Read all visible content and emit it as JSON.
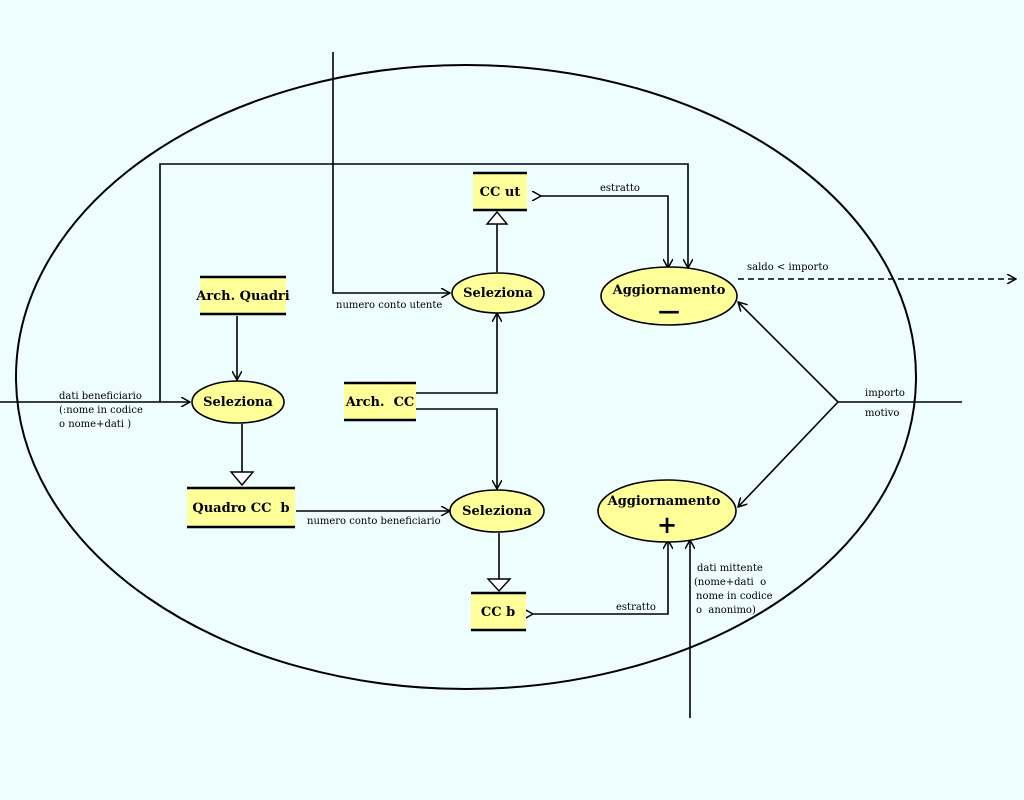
{
  "colors": {
    "background": "#eefefe",
    "node_fill": "#ffff99",
    "line": "#000000"
  },
  "processes": {
    "seleziona_top": "Seleziona",
    "seleziona_left": "Seleziona",
    "seleziona_bottom": "Seleziona",
    "aggiornamento_minus": "Aggiornamento",
    "aggiornamento_plus": "Aggiornamento"
  },
  "stores": {
    "cc_ut": "CC ut",
    "arch_quadri": "Arch. Quadri",
    "arch_cc": "Arch.  CC",
    "quadro_cc_b": "Quadro CC  b",
    "cc_b": "CC b"
  },
  "flows": {
    "estratto_top": "estratto",
    "saldo_importo": "saldo < importo",
    "numero_conto_utente": "numero conto utente",
    "dati_beneficiario": [
      "dati beneficiario",
      "(:nome in codice",
      "o nome+dati )"
    ],
    "importo": "importo",
    "motivo": "motivo",
    "numero_conto_beneficiario": "numero conto beneficiario",
    "estratto_bottom": "estratto",
    "dati_mittente": [
      "dati mittente",
      "(nome+dati  o",
      "nome in codice",
      "o  anonimo)"
    ]
  },
  "symbols": {
    "minus": "—",
    "plus": "+"
  }
}
